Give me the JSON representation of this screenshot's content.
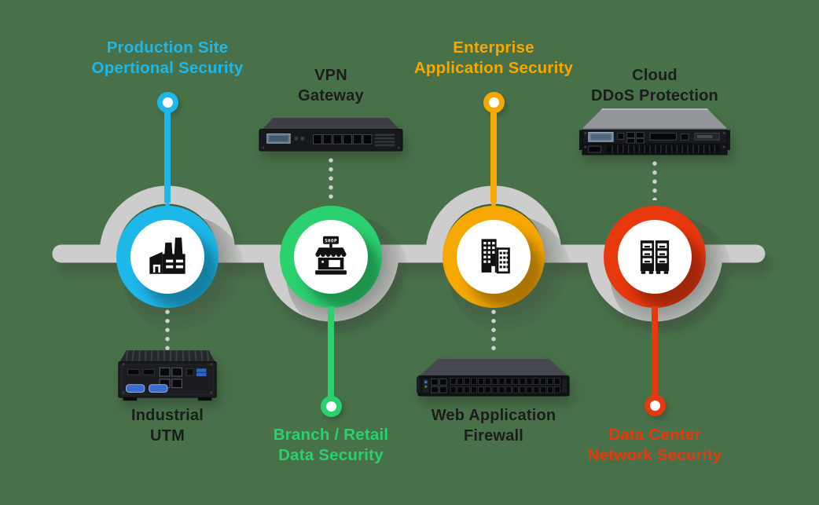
{
  "canvas": {
    "background": "#487149",
    "ribbon_color": "#cdcdcd",
    "dot_color": "#cfcfcf"
  },
  "shop_sign_text": "SHOP",
  "nodes": [
    {
      "name": "production-site",
      "accent": "#1db7ea",
      "icon": "factory-icon",
      "security_label": {
        "line1": "Production Site",
        "line2": "Opertional Security"
      },
      "device_label": {
        "line1": "Industrial",
        "line2": "UTM"
      },
      "device": "industrial-utm-appliance"
    },
    {
      "name": "branch-retail",
      "accent": "#2bd06f",
      "icon": "shop-icon",
      "security_label": {
        "line1": "Branch / Retail",
        "line2": "Data Security"
      },
      "device_label": {
        "line1": "VPN",
        "line2": "Gateway"
      },
      "device": "vpn-gateway-appliance"
    },
    {
      "name": "enterprise",
      "accent": "#f6a700",
      "icon": "office-buildings-icon",
      "security_label": {
        "line1": "Enterprise",
        "line2": "Application Security"
      },
      "device_label": {
        "line1": "Web Application",
        "line2": "Firewall"
      },
      "device": "web-application-firewall-appliance"
    },
    {
      "name": "data-center",
      "accent": "#e8380d",
      "icon": "server-racks-icon",
      "security_label": {
        "line1": "Data Center",
        "line2": "Network Security"
      },
      "device_label": {
        "line1": "Cloud",
        "line2": "DDoS Protection"
      },
      "device": "ddos-protection-appliance"
    }
  ]
}
